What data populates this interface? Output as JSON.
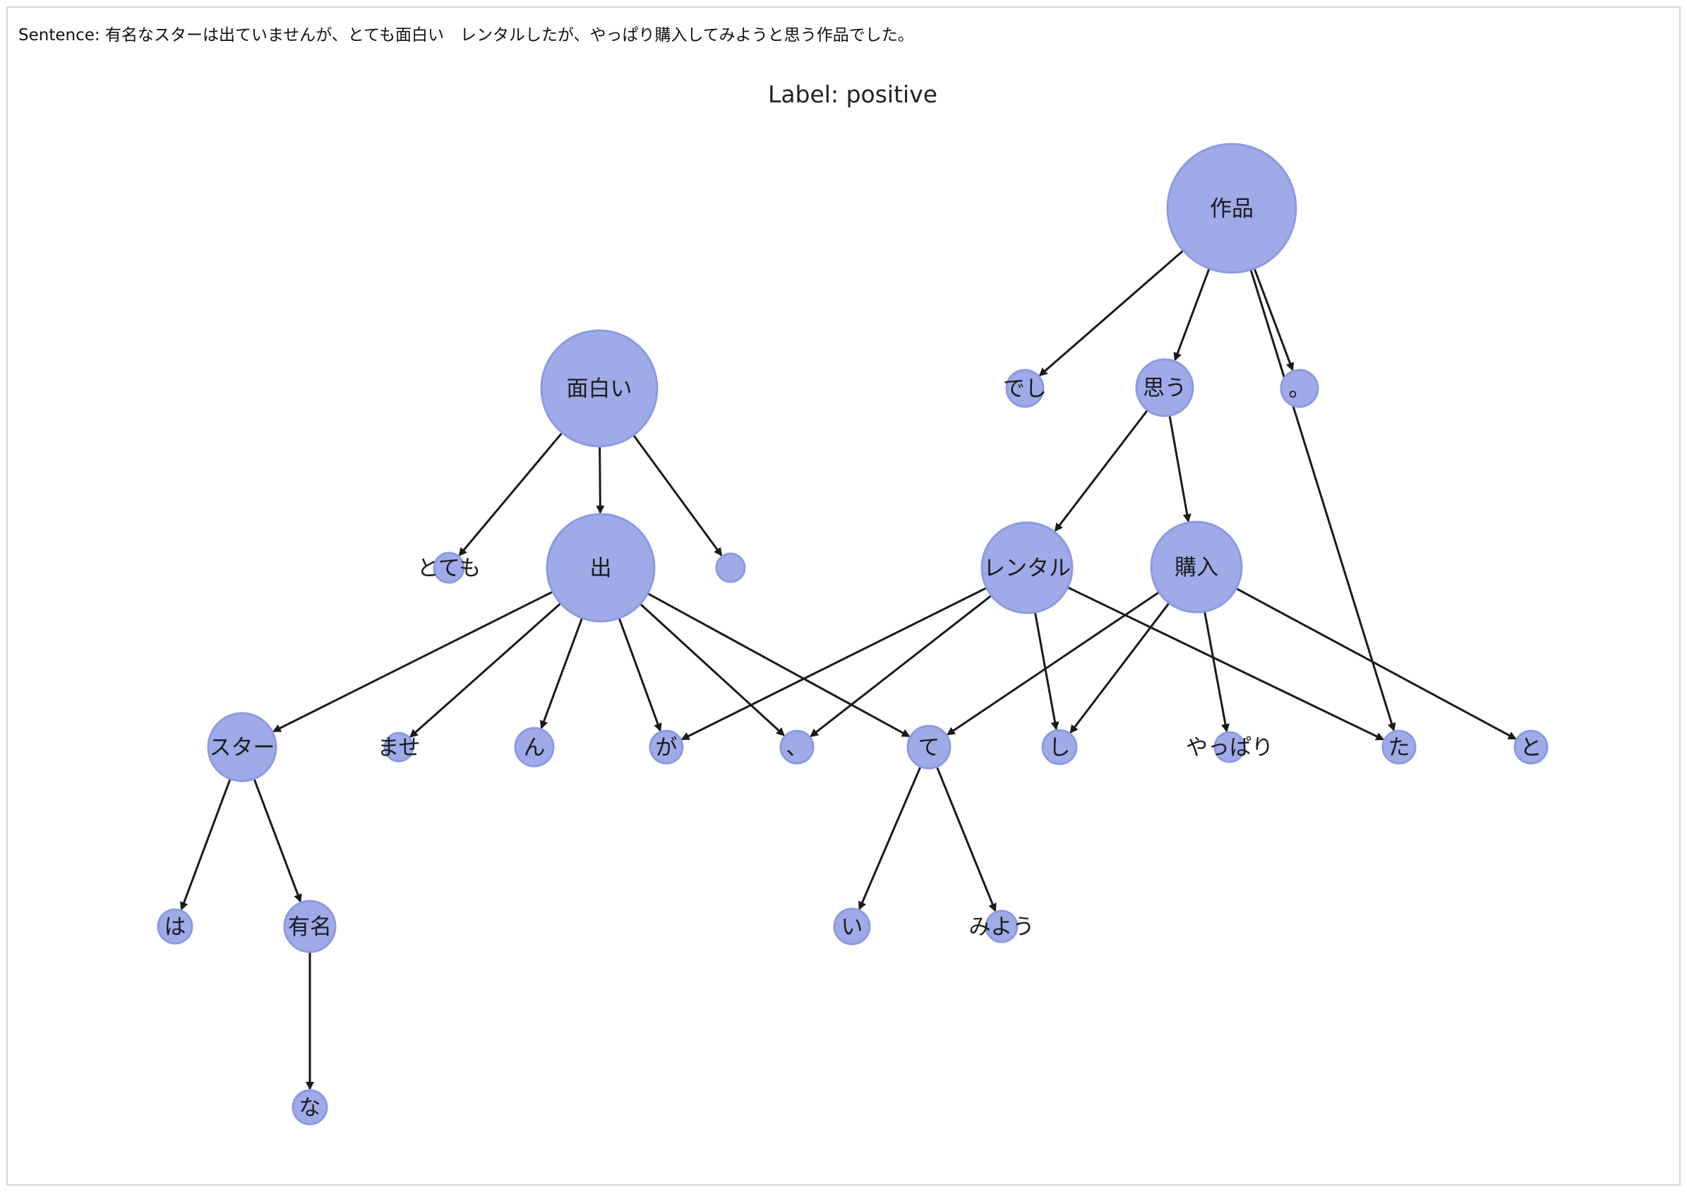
{
  "sentence_label": "Sentence:",
  "sentence": "有名なスターは出ていませんが、とても面白い　レンタルしたが、やっぱり購入してみようと思う作品でした。",
  "chart_data": {
    "type": "dependency-tree",
    "title": "Label: positive",
    "nodes": [
      {
        "id": "sakuhin",
        "label": "作品",
        "size": "large"
      },
      {
        "id": "omoshiroi",
        "label": "面白い",
        "size": "large"
      },
      {
        "id": "de",
        "label": "出",
        "size": "large"
      },
      {
        "id": "totemo",
        "label": "とても",
        "size": "small"
      },
      {
        "id": "blank1",
        "label": "",
        "size": "small"
      },
      {
        "id": "deshi",
        "label": "でし",
        "size": "small"
      },
      {
        "id": "omou",
        "label": "思う",
        "size": "medium"
      },
      {
        "id": "maru",
        "label": "。",
        "size": "small"
      },
      {
        "id": "rental",
        "label": "レンタル",
        "size": "medium-large"
      },
      {
        "id": "konyu",
        "label": "購入",
        "size": "medium-large"
      },
      {
        "id": "star",
        "label": "スター",
        "size": "medium"
      },
      {
        "id": "mase",
        "label": "ませ",
        "size": "small"
      },
      {
        "id": "n",
        "label": "ん",
        "size": "small"
      },
      {
        "id": "ga",
        "label": "が",
        "size": "small"
      },
      {
        "id": "ten",
        "label": "、",
        "size": "small"
      },
      {
        "id": "te",
        "label": "て",
        "size": "small"
      },
      {
        "id": "shi",
        "label": "し",
        "size": "small"
      },
      {
        "id": "yappari",
        "label": "やっぱり",
        "size": "small"
      },
      {
        "id": "ta",
        "label": "た",
        "size": "small"
      },
      {
        "id": "to",
        "label": "と",
        "size": "small"
      },
      {
        "id": "wa",
        "label": "は",
        "size": "small"
      },
      {
        "id": "yumei",
        "label": "有名",
        "size": "small"
      },
      {
        "id": "i",
        "label": "い",
        "size": "small"
      },
      {
        "id": "miyou",
        "label": "みよう",
        "size": "small"
      },
      {
        "id": "na",
        "label": "な",
        "size": "small"
      }
    ],
    "edges": [
      [
        "sakuhin",
        "deshi"
      ],
      [
        "sakuhin",
        "omou"
      ],
      [
        "sakuhin",
        "maru"
      ],
      [
        "sakuhin",
        "ta"
      ],
      [
        "omoshiroi",
        "totemo"
      ],
      [
        "omoshiroi",
        "de"
      ],
      [
        "omoshiroi",
        "blank1"
      ],
      [
        "omou",
        "rental"
      ],
      [
        "omou",
        "konyu"
      ],
      [
        "de",
        "star"
      ],
      [
        "de",
        "mase"
      ],
      [
        "de",
        "n"
      ],
      [
        "de",
        "ga"
      ],
      [
        "de",
        "ten"
      ],
      [
        "de",
        "te"
      ],
      [
        "rental",
        "ga"
      ],
      [
        "rental",
        "ten"
      ],
      [
        "rental",
        "shi"
      ],
      [
        "rental",
        "ta"
      ],
      [
        "konyu",
        "te"
      ],
      [
        "konyu",
        "shi"
      ],
      [
        "konyu",
        "yappari"
      ],
      [
        "konyu",
        "to"
      ],
      [
        "star",
        "wa"
      ],
      [
        "star",
        "yumei"
      ],
      [
        "yumei",
        "na"
      ],
      [
        "te",
        "i"
      ],
      [
        "te",
        "miyou"
      ]
    ],
    "colors": {
      "node_fill": "#9eabe8",
      "node_stroke": "#8c9be0",
      "edge": "#1a1a1a"
    }
  }
}
